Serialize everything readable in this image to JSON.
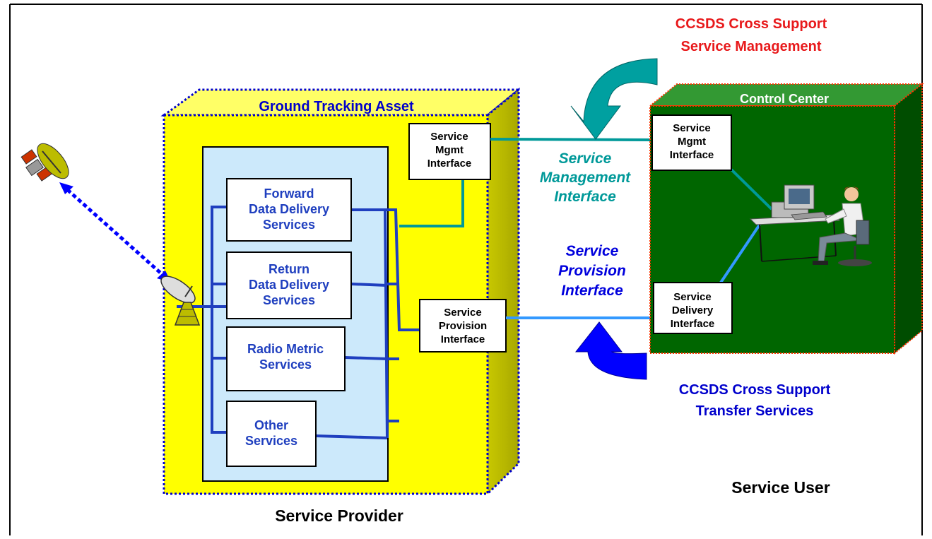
{
  "header": {
    "mgmt_title": [
      "CCSDS Cross Support",
      "Service Management"
    ],
    "transfer_title": [
      "CCSDS Cross Support",
      "Transfer Services"
    ]
  },
  "provider": {
    "asset_title": "Ground Tracking Asset",
    "caption": "Service Provider",
    "services": [
      {
        "lines": [
          "Forward",
          "Data Delivery",
          "Services"
        ]
      },
      {
        "lines": [
          "Return",
          "Data Delivery",
          "Services"
        ]
      },
      {
        "lines": [
          "Radio Metric",
          "Services"
        ]
      },
      {
        "lines": [
          "Other",
          "Services"
        ]
      }
    ],
    "mgmt_interface": [
      "Service",
      "Mgmt",
      "Interface"
    ],
    "provision_interface": [
      "Service",
      "Provision",
      "Interface"
    ]
  },
  "interfaces": {
    "management": [
      "Service",
      "Management",
      "Interface"
    ],
    "provision": [
      "Service",
      "Provision",
      "Interface"
    ]
  },
  "user": {
    "center_title": "Control Center",
    "caption": "Service User",
    "mgmt_interface": [
      "Service",
      "Mgmt",
      "Interface"
    ],
    "delivery_interface": [
      "Service",
      "Delivery",
      "Interface"
    ]
  },
  "colors": {
    "mgmt_accent": "#e8191b",
    "teal": "#009999",
    "service_link": "#1f3fbf",
    "provision_link": "#3399ff",
    "asset_fill": "#ffff00",
    "center_fill": "#006600",
    "arrow_blue": "#0000ff"
  },
  "icons": {
    "satellite": "satellite-icon",
    "ground_antenna": "ground-antenna-icon",
    "operator": "operator-workstation-icon"
  }
}
